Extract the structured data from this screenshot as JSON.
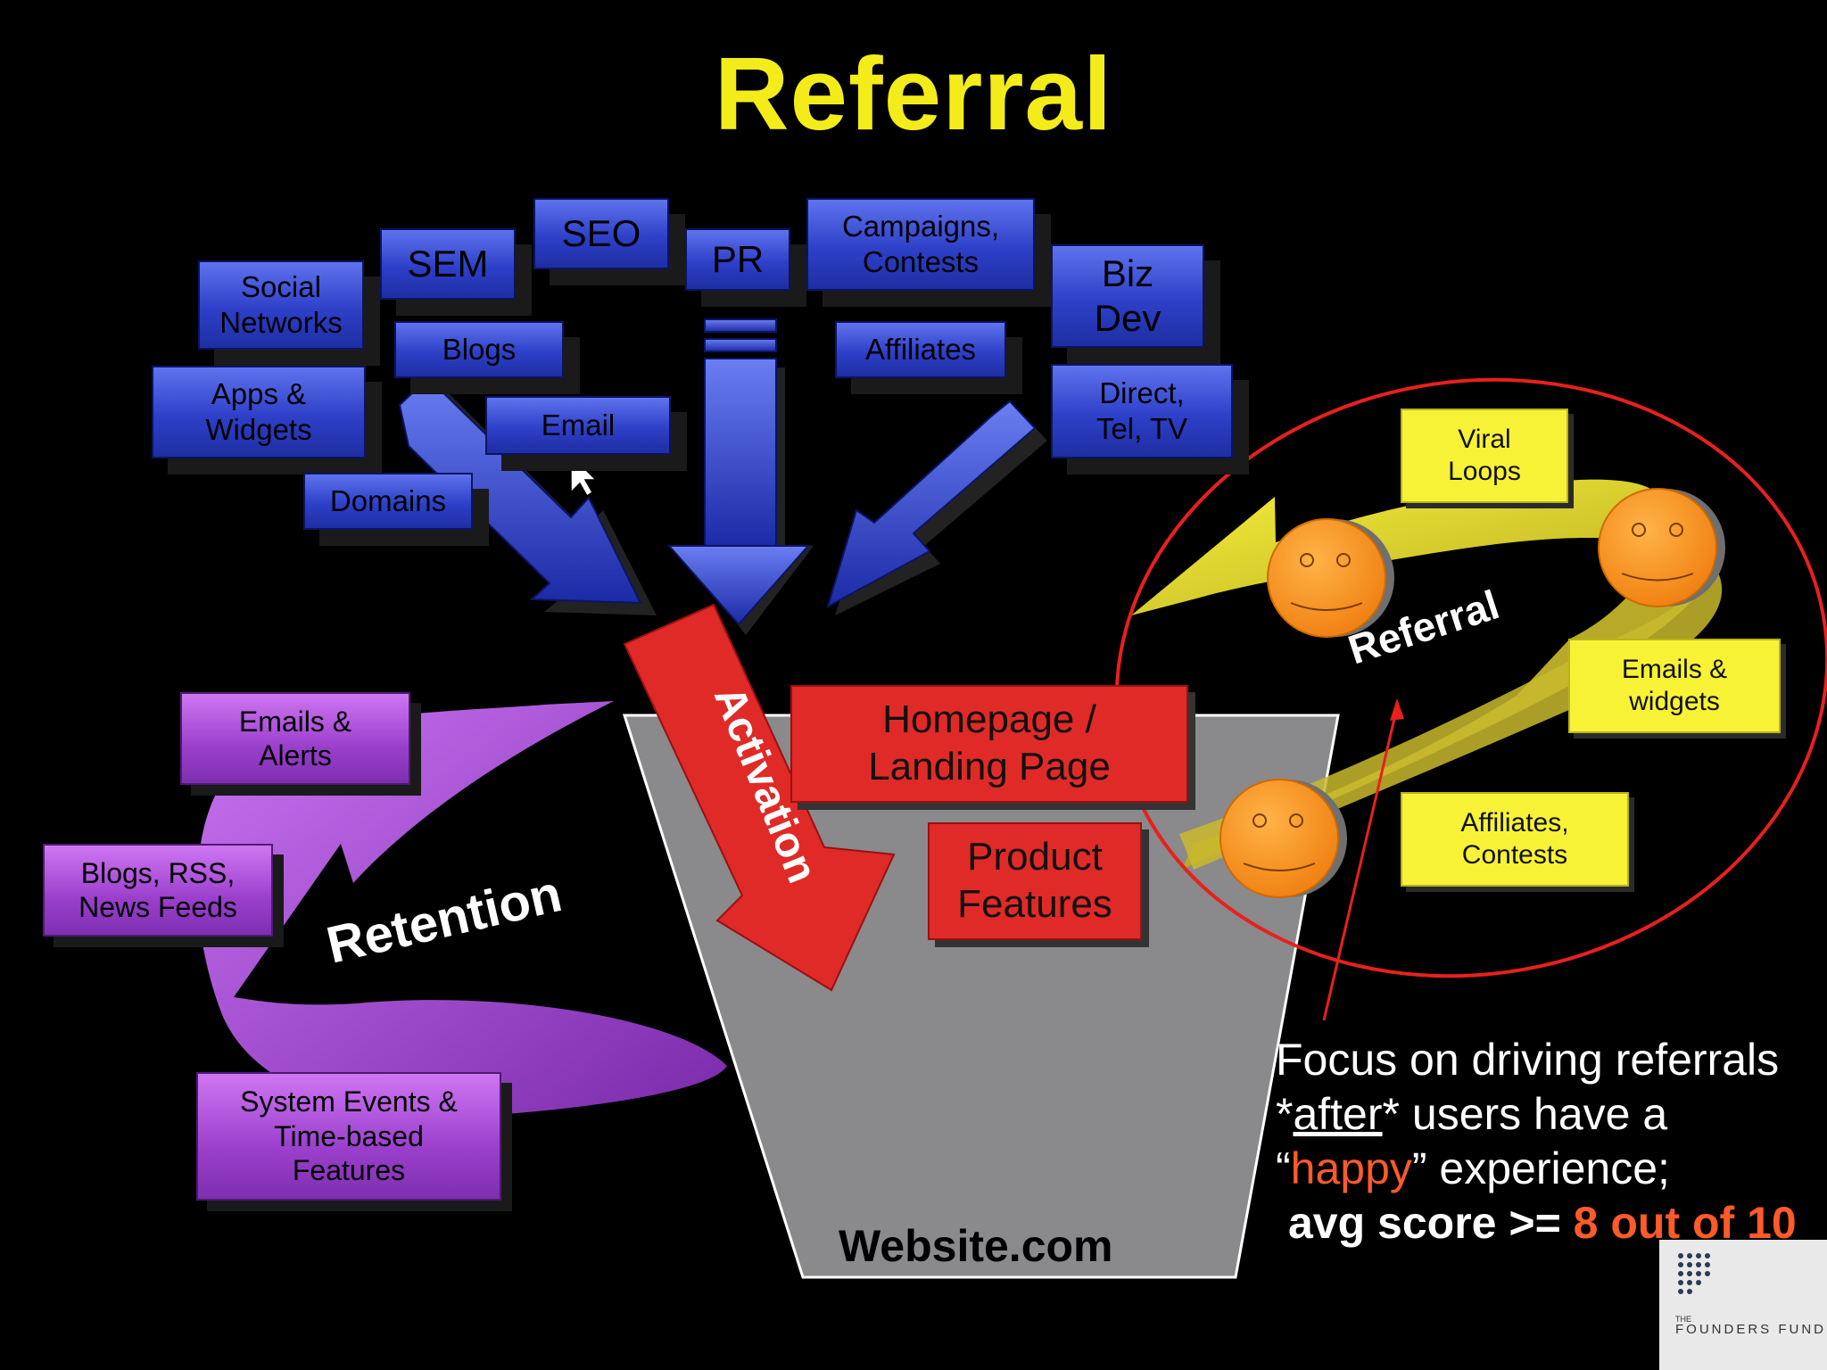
{
  "title": "Referral",
  "acquisition_sources": [
    {
      "id": "social-networks",
      "label": "Social\nNetworks"
    },
    {
      "id": "sem",
      "label": "SEM"
    },
    {
      "id": "seo",
      "label": "SEO"
    },
    {
      "id": "pr",
      "label": "PR"
    },
    {
      "id": "campaigns-contests",
      "label": "Campaigns,\nContests"
    },
    {
      "id": "biz-dev",
      "label": "Biz\nDev"
    },
    {
      "id": "blogs",
      "label": "Blogs"
    },
    {
      "id": "affiliates",
      "label": "Affiliates"
    },
    {
      "id": "apps-widgets",
      "label": "Apps &\nWidgets"
    },
    {
      "id": "email",
      "label": "Email"
    },
    {
      "id": "direct-tel-tv",
      "label": "Direct,\nTel, TV"
    },
    {
      "id": "domains",
      "label": "Domains"
    }
  ],
  "activation_label": "Activation",
  "funnel_boxes": [
    {
      "id": "homepage",
      "label": "Homepage /\nLanding Page"
    },
    {
      "id": "product-features",
      "label": "Product\nFeatures"
    }
  ],
  "funnel_label": "Website.com",
  "retention_label": "Retention",
  "retention_channels": [
    {
      "id": "emails-alerts",
      "label": "Emails &\nAlerts"
    },
    {
      "id": "blogs-rss",
      "label": "Blogs, RSS,\nNews Feeds"
    },
    {
      "id": "system-events",
      "label": "System Events &\nTime-based\nFeatures"
    }
  ],
  "referral_loop_label": "Referral",
  "referral_channels": [
    {
      "id": "viral-loops",
      "label": "Viral\nLoops"
    },
    {
      "id": "emails-widgets",
      "label": "Emails &\nwidgets"
    },
    {
      "id": "affiliates-contests",
      "label": "Affiliates,\nContests"
    }
  ],
  "focus_note": {
    "line1": "Focus on driving referrals",
    "pre_after": "*",
    "after": "after",
    "post_after": "* users have a",
    "open_quote": "“",
    "happy": "happy",
    "close_quote": "” experience;",
    "score_prefix": "avg score >= ",
    "score_value": "8 out of 10"
  },
  "logo": {
    "small": "THE",
    "name": "FOUNDERS FUND"
  },
  "colors": {
    "title": "#f4ec1a",
    "blue": "#2d40c8",
    "red": "#e02a27",
    "purple": "#9a3fcc",
    "yellow": "#f8f237",
    "smiley": "#f7941d",
    "highlight": "#ff5a2a"
  }
}
